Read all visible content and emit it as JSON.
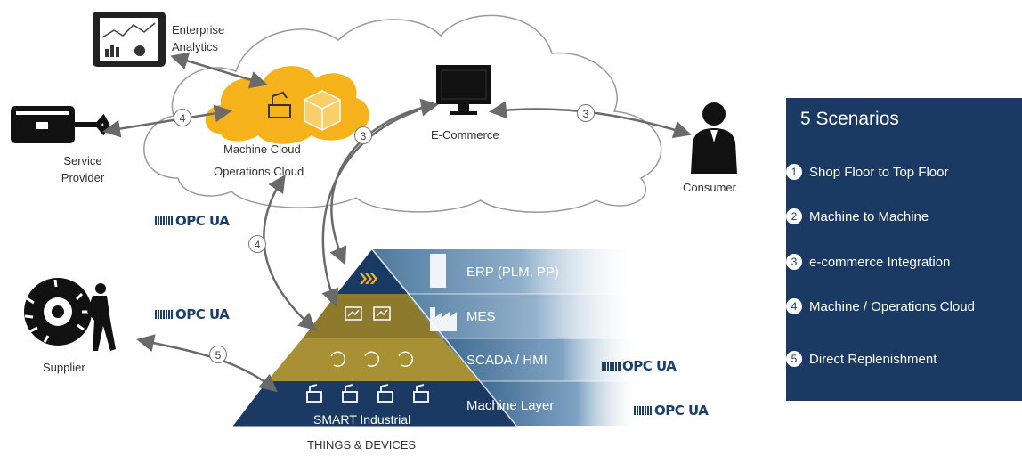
{
  "cloud": {
    "enterprise_analytics": "Enterprise\nAnalytics",
    "machine_cloud": "Machine Cloud",
    "operations_cloud": "Operations Cloud",
    "ecommerce": "E-Commerce"
  },
  "actors": {
    "service_provider": "Service\nProvider",
    "consumer": "Consumer",
    "supplier": "Supplier"
  },
  "opc_ua": "OPC UA",
  "circles": {
    "c4a": "4",
    "c3a": "3",
    "c3b": "3",
    "c4b": "4",
    "c5": "5"
  },
  "pyramid": {
    "erp": "ERP (PLM, PP)",
    "mes": "MES",
    "scada": "SCADA / HMI",
    "machine": "Machine Layer",
    "smart": "SMART Industrial",
    "things": "THINGS & DEVICES"
  },
  "panel": {
    "title": "5 Scenarios",
    "items": [
      {
        "num": "1",
        "label": "Shop Floor to Top Floor"
      },
      {
        "num": "2",
        "label": "Machine to Machine"
      },
      {
        "num": "3",
        "label": "e-commerce Integration"
      },
      {
        "num": "4",
        "label": "Machine / Operations Cloud"
      },
      {
        "num": "5",
        "label": "Direct Replenishment"
      }
    ]
  },
  "colors": {
    "navy": "#1b3a63",
    "orange_cloud": "#f6b21b",
    "olive": "#a58a2a",
    "steel_blue": "#5f86a8"
  }
}
